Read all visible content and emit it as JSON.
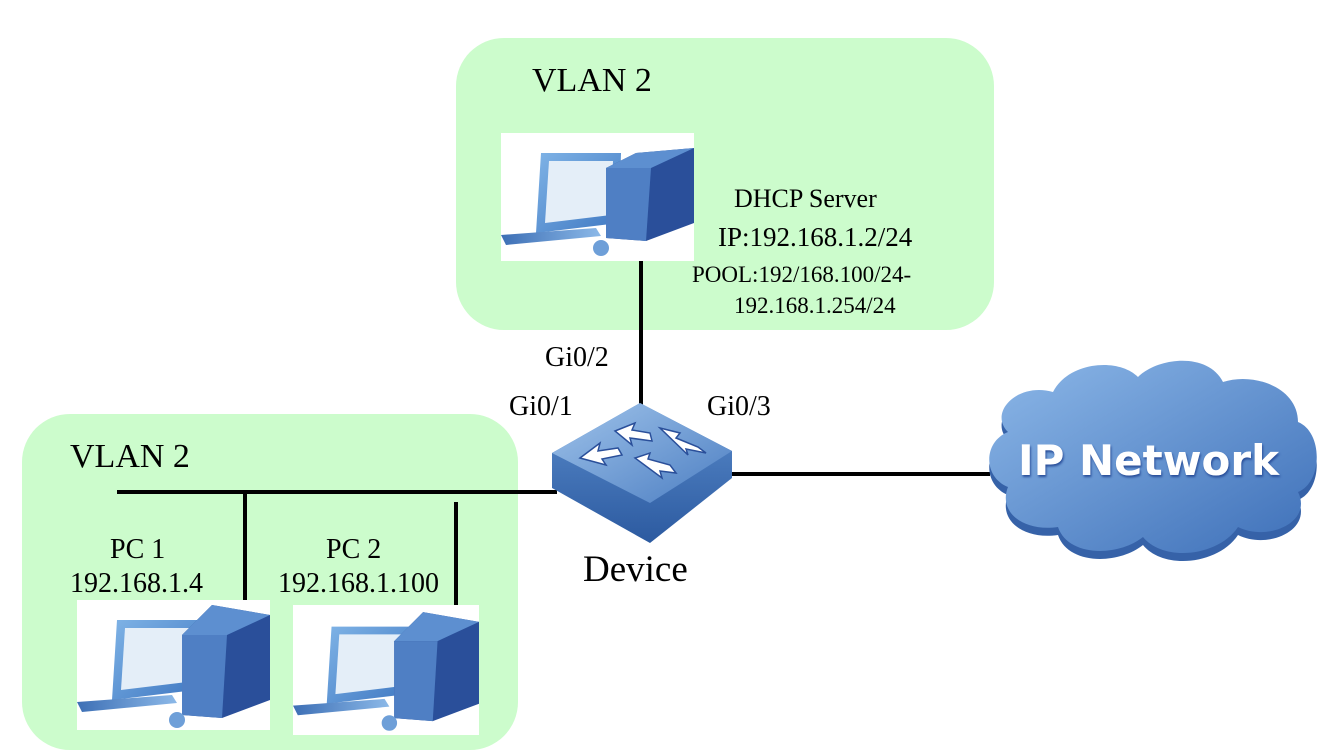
{
  "zones": {
    "server_vlan": {
      "label": "VLAN 2"
    },
    "client_vlan": {
      "label": "VLAN 2"
    }
  },
  "server": {
    "name": "DHCP Server",
    "ip": "IP:192.168.1.2/24",
    "pool_line1": "POOL:192/168.100/24-",
    "pool_line2": "192.168.1.254/24"
  },
  "device": {
    "name": "Device",
    "ports": {
      "gi01": "Gi0/1",
      "gi02": "Gi0/2",
      "gi03": "Gi0/3"
    }
  },
  "pcs": [
    {
      "name": "PC 1",
      "ip": "192.168.1.4"
    },
    {
      "name": "PC 2",
      "ip": "192.168.1.100"
    }
  ],
  "cloud": {
    "label": "IP Network"
  },
  "colors": {
    "zone": "#ccfccc",
    "device_blue": "#4a7fc0",
    "cloud_blue": "#5b8fd0"
  }
}
